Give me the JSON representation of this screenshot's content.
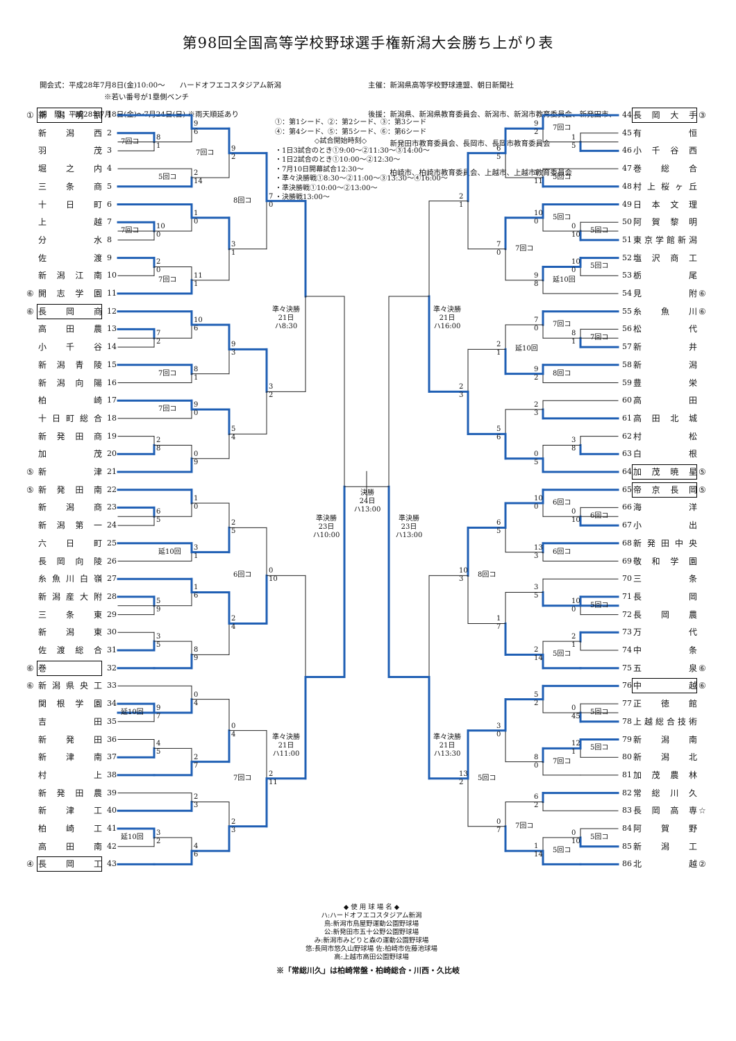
{
  "title": "第98回全国高等学校野球選手権新潟大会勝ち上がり表",
  "header_left": [
    "開会式：平成28年7月8日(金)10:00～　　ハードオフエコスタジアム新潟",
    "期　間：平成28年7月8日(金)～7月24日(日) ※雨天順延あり"
  ],
  "header_right": [
    "主催：新潟県高等学校野球連盟、朝日新聞社",
    "後援：新潟県、新潟県教育委員会、新潟市、新潟市教育委員会、新発田市、",
    "　　　新発田市教育委員会、長岡市、長岡市教育委員会",
    "　　　柏崎市、柏崎市教育委員会、上越市、上越市教育委員会"
  ],
  "bench_note": "※若い番号が1塁側ベンチ",
  "notes": [
    "①：第1シード、②：第2シード、③：第3シード",
    "④：第4シード、⑤：第5シード、⑥：第6シード",
    "◇試合開始時刻◇",
    "・1日3試合のとき①9:00～②11:30～③14:00～",
    "・1日2試合のとき①10:00～②12:30～",
    "・7月10日開幕試合12:30～",
    "・準々決勝戦①8:30～②11:00～③13:30～④16:00～",
    "・準決勝戦①10:00～②13:00～",
    "・決勝戦13:00～"
  ],
  "venues": [
    "◆ 使 用 球 場 名 ◆",
    "ハ:ハードオフエコスタジアム新潟",
    "鳥:新潟市鳥屋野運動公園野球場",
    "公:新発田市五十公野公園野球場",
    "み:新潟市みどりと森の運動公園野球場",
    "悠:長岡市悠久山野球場 佐:柏崎市佐藤池球場",
    "高:上越市高田公園野球場"
  ],
  "footer": "※「常総川久」は柏崎常盤・柏崎総合・川西・久比岐",
  "left_teams": [
    {
      "n": "1",
      "name": "新潟明訓",
      "seed": "①",
      "box": true
    },
    {
      "n": "2",
      "name": "新潟西"
    },
    {
      "n": "3",
      "name": "羽茂"
    },
    {
      "n": "4",
      "name": "堀之内"
    },
    {
      "n": "5",
      "name": "三条商"
    },
    {
      "n": "6",
      "name": "十日町"
    },
    {
      "n": "7",
      "name": "上越"
    },
    {
      "n": "8",
      "name": "分水"
    },
    {
      "n": "9",
      "name": "佐渡"
    },
    {
      "n": "10",
      "name": "新潟江南"
    },
    {
      "n": "11",
      "name": "開志学園",
      "seed": "⑥"
    },
    {
      "n": "12",
      "name": "長岡商",
      "seed": "⑥",
      "box": true
    },
    {
      "n": "13",
      "name": "高田農"
    },
    {
      "n": "14",
      "name": "小千谷"
    },
    {
      "n": "15",
      "name": "新潟青陵"
    },
    {
      "n": "16",
      "name": "新潟向陽"
    },
    {
      "n": "17",
      "name": "柏崎"
    },
    {
      "n": "18",
      "name": "十日町総合"
    },
    {
      "n": "19",
      "name": "新発田商"
    },
    {
      "n": "20",
      "name": "加茂"
    },
    {
      "n": "21",
      "name": "新津",
      "seed": "⑤"
    },
    {
      "n": "22",
      "name": "新発田南",
      "seed": "⑤"
    },
    {
      "n": "23",
      "name": "新潟商"
    },
    {
      "n": "24",
      "name": "新潟第一"
    },
    {
      "n": "25",
      "name": "六日町"
    },
    {
      "n": "26",
      "name": "長岡向陵"
    },
    {
      "n": "27",
      "name": "糸魚川白嶺"
    },
    {
      "n": "28",
      "name": "新潟産大附"
    },
    {
      "n": "29",
      "name": "三条東"
    },
    {
      "n": "30",
      "name": "新潟東"
    },
    {
      "n": "31",
      "name": "佐渡総合"
    },
    {
      "n": "32",
      "name": "巻",
      "seed": "⑥",
      "box": true
    },
    {
      "n": "33",
      "name": "新潟県央工",
      "seed": "⑥"
    },
    {
      "n": "34",
      "name": "関根学園"
    },
    {
      "n": "35",
      "name": "吉田"
    },
    {
      "n": "36",
      "name": "新発田"
    },
    {
      "n": "37",
      "name": "新津南"
    },
    {
      "n": "38",
      "name": "村上"
    },
    {
      "n": "39",
      "name": "新発田農"
    },
    {
      "n": "40",
      "name": "新津工"
    },
    {
      "n": "41",
      "name": "柏崎工"
    },
    {
      "n": "42",
      "name": "高田南"
    },
    {
      "n": "43",
      "name": "長岡工",
      "seed": "④",
      "box": true
    }
  ],
  "right_teams": [
    {
      "n": "44",
      "name": "長岡大手",
      "seed": "③",
      "box": true
    },
    {
      "n": "45",
      "name": "有恒"
    },
    {
      "n": "46",
      "name": "小千谷西"
    },
    {
      "n": "47",
      "name": "巻総合"
    },
    {
      "n": "48",
      "name": "村上桜ヶ丘"
    },
    {
      "n": "49",
      "name": "日本文理"
    },
    {
      "n": "50",
      "name": "阿賀黎明"
    },
    {
      "n": "51",
      "name": "東京学館新潟"
    },
    {
      "n": "52",
      "name": "塩沢商工"
    },
    {
      "n": "53",
      "name": "栃尾"
    },
    {
      "n": "54",
      "name": "見附",
      "seed": "⑥"
    },
    {
      "n": "55",
      "name": "糸魚川",
      "seed": "⑥"
    },
    {
      "n": "56",
      "name": "松代"
    },
    {
      "n": "57",
      "name": "新井"
    },
    {
      "n": "58",
      "name": "新潟"
    },
    {
      "n": "59",
      "name": "豊栄"
    },
    {
      "n": "60",
      "name": "高田"
    },
    {
      "n": "61",
      "name": "高田北城"
    },
    {
      "n": "62",
      "name": "村松"
    },
    {
      "n": "63",
      "name": "白根"
    },
    {
      "n": "64",
      "name": "加茂暁星",
      "seed": "⑤",
      "box": true
    },
    {
      "n": "65",
      "name": "帝京長岡",
      "seed": "⑤",
      "box": true
    },
    {
      "n": "66",
      "name": "海洋"
    },
    {
      "n": "67",
      "name": "小出"
    },
    {
      "n": "68",
      "name": "新発田中央"
    },
    {
      "n": "69",
      "name": "敬和学園"
    },
    {
      "n": "70",
      "name": "三条"
    },
    {
      "n": "71",
      "name": "長岡"
    },
    {
      "n": "72",
      "name": "長岡農"
    },
    {
      "n": "73",
      "name": "万代"
    },
    {
      "n": "74",
      "name": "中条"
    },
    {
      "n": "75",
      "name": "五泉",
      "seed": "⑥"
    },
    {
      "n": "76",
      "name": "中越",
      "seed": "⑥",
      "box": true
    },
    {
      "n": "77",
      "name": "正徳館"
    },
    {
      "n": "78",
      "name": "上越総合技術"
    },
    {
      "n": "79",
      "name": "新潟南"
    },
    {
      "n": "80",
      "name": "新潟北"
    },
    {
      "n": "81",
      "name": "加茂農林"
    },
    {
      "n": "82",
      "name": "常総川久"
    },
    {
      "n": "83",
      "name": "長岡高専",
      "seed": "☆"
    },
    {
      "n": "84",
      "name": "阿賀野"
    },
    {
      "n": "85",
      "name": "新潟工"
    },
    {
      "n": "86",
      "name": "北越",
      "seed": "②"
    }
  ],
  "round_labels": {
    "qf_l1": [
      "準々決勝",
      "21日",
      "ハ8:30"
    ],
    "qf_l2": [
      "準々決勝",
      "21日",
      "ハ11:00"
    ],
    "qf_r1": [
      "準々決勝",
      "21日",
      "ハ16:00"
    ],
    "qf_r2": [
      "準々決勝",
      "21日",
      "ハ13:30"
    ],
    "sf_l": [
      "準決勝",
      "23日",
      "ハ10:00"
    ],
    "sf_r": [
      "準決勝",
      "23日",
      "ハ13:00"
    ],
    "final": [
      "決勝",
      "24日",
      "ハ13:00"
    ]
  },
  "colors": {
    "win": "#1f5fb4",
    "loss": "#222222"
  }
}
